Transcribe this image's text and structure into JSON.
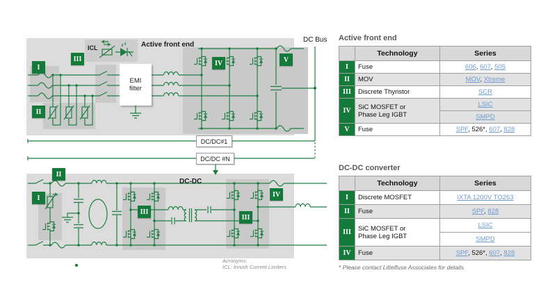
{
  "colors": {
    "accent_green": "#147A3A",
    "wire_green": "#1E7E42",
    "link_blue": "#6f9ad2",
    "panel_gray": "#dcdcdc",
    "inner_gray": "#c9c9c9"
  },
  "diagram": {
    "afe_title": "Active front end",
    "icl_label": "ICL",
    "emi_filter": "EMI\nfilter",
    "dc_bus_label": "DC Bus",
    "dcdc1_label": "DC/DC#1",
    "dcdcn_label": "DC/DC #N",
    "dcdc_title": "DC-DC",
    "afe_badges": [
      "I",
      "II",
      "III",
      "IV",
      "V"
    ],
    "dcdc_badges": [
      "II",
      "I",
      "III",
      "III",
      "IV"
    ],
    "acronyms_line1": "Acronyms:",
    "acronyms_line2": "ICL: Inrush Current Limiters"
  },
  "tables": [
    {
      "title": "Active front end",
      "headers": {
        "technology": "Technology",
        "series": "Series"
      },
      "rows": [
        {
          "num": "I",
          "tech": "Fuse",
          "series": [
            {
              "t": "606",
              "link": true
            },
            {
              "t": "607",
              "link": true
            },
            {
              "t": "505",
              "link": true
            }
          ]
        },
        {
          "num": "II",
          "tech": "MOV",
          "series": [
            {
              "t": "MOV",
              "link": true
            },
            {
              "t": "Xtreme",
              "link": true
            }
          ]
        },
        {
          "num": "III",
          "tech": "Discrete Thyristor",
          "series": [
            {
              "t": "SCR",
              "link": true
            }
          ]
        },
        {
          "num": "IV",
          "tech": "SiC MOSFET  or\nPhase Leg IGBT",
          "series": [
            {
              "t": "LSIC",
              "link": true
            }
          ],
          "series2": [
            {
              "t": "SMPD",
              "link": true
            }
          ]
        },
        {
          "num": "V",
          "tech": "Fuse",
          "series": [
            {
              "t": "SPF",
              "link": true
            },
            {
              "t": "526*",
              "link": false
            },
            {
              "t": "607",
              "link": true
            },
            {
              "t": "828",
              "link": true
            }
          ]
        }
      ]
    },
    {
      "title": "DC-DC  converter",
      "headers": {
        "technology": "Technology",
        "series": "Series"
      },
      "rows": [
        {
          "num": "I",
          "tech": "Discrete MOSFET",
          "series": [
            {
              "t": "IXTA 1200V TO263",
              "link": true
            }
          ]
        },
        {
          "num": "II",
          "tech": "Fuse",
          "series": [
            {
              "t": "SPF",
              "link": true
            },
            {
              "t": "828",
              "link": true
            }
          ]
        },
        {
          "num": "III",
          "tech": "SiC MOSFET  or\nPhase Leg IGBT",
          "series": [
            {
              "t": "LSIC",
              "link": true
            }
          ],
          "series2": [
            {
              "t": "SMPD",
              "link": true
            }
          ]
        },
        {
          "num": "IV",
          "tech": "Fuse",
          "series": [
            {
              "t": "SPF",
              "link": true
            },
            {
              "t": "526*",
              "link": false
            },
            {
              "t": "607",
              "link": true
            },
            {
              "t": "828",
              "link": true
            }
          ]
        }
      ]
    }
  ],
  "footnote": "* Please contact Littelfuse Associates for details"
}
